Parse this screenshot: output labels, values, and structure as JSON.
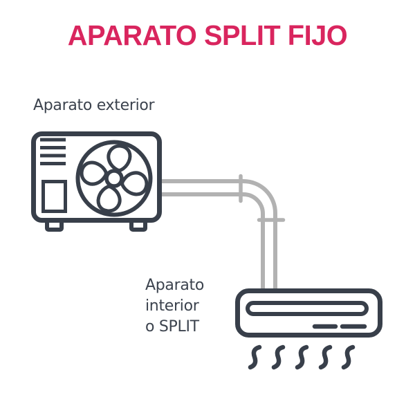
{
  "title": {
    "text": "APARATO SPLIT FIJO"
  },
  "labels": {
    "outdoor": "Aparato exterior",
    "indoor_lines": [
      "Aparato",
      "interior",
      "o SPLIT"
    ]
  },
  "icons": {
    "outdoor_unit": "outdoor-condenser-unit-icon",
    "fan": "fan-icon",
    "vents": "vent-grille-icon",
    "access_panel": "access-panel-icon",
    "pipe": "refrigerant-pipe",
    "pipe_couplings": "pipe-coupling-ticks",
    "indoor_unit": "indoor-split-unit-icon",
    "air_outlet": "air-outlet-slot",
    "indicator_dashes": "indicator-dashes",
    "airflow": "airflow-waves-icon"
  },
  "colors": {
    "accent": "#D9255E",
    "outline": "#383F4A",
    "text": "#3C434E",
    "pipe": "#B2B2B2",
    "background": "#FFFFFF"
  }
}
